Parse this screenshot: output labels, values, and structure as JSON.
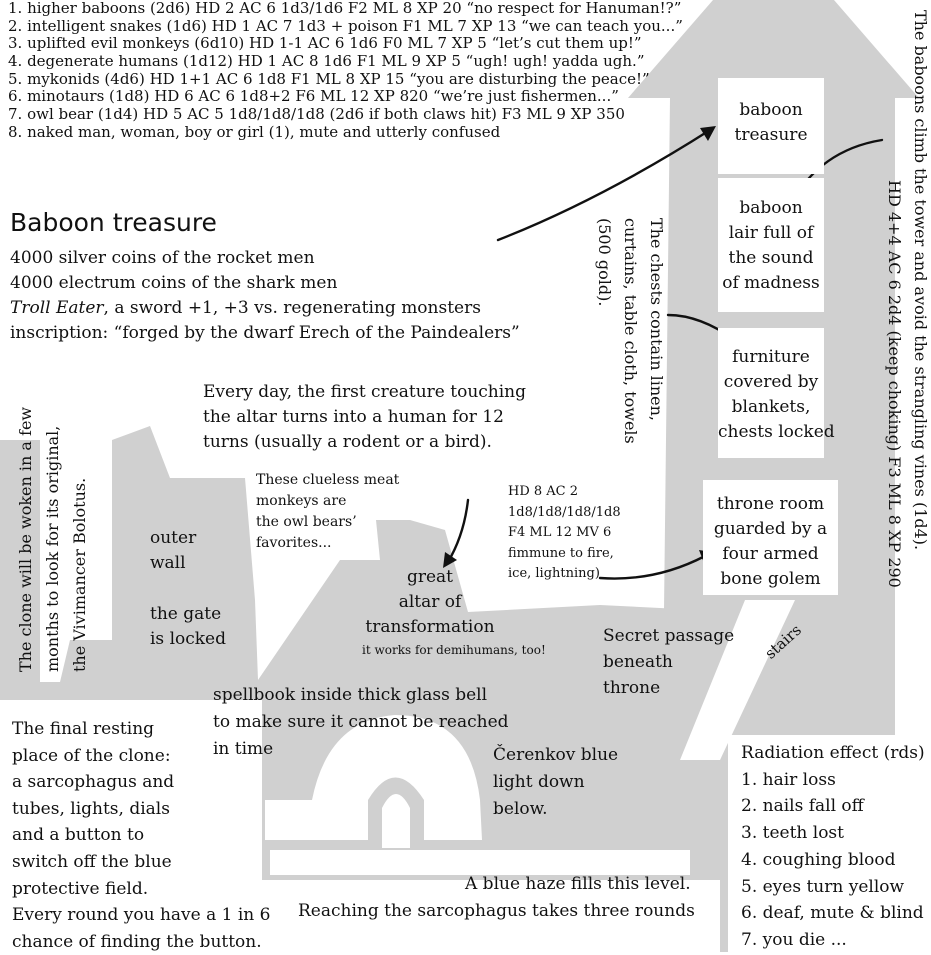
{
  "encounters": [
    "1. higher baboons (2d6) HD 2 AC 6 1d3/1d6 F2 ML 8 XP 20 “no respect for Hanuman!?”",
    "2. intelligent snakes (1d6) HD 1 AC 7 1d3 + poison F1 ML 7 XP 13 “we can teach you...”",
    "3. uplifted evil monkeys (6d10) HD 1-1 AC 6 1d6 F0 ML 7 XP 5 “let’s cut them up!”",
    "4. degenerate humans (1d12) HD 1 AC 8 1d6 F1 ML 9 XP 5 “ugh! ugh! yadda ugh.”",
    "5. mykonids (4d6) HD 1+1 AC 6 1d8 F1 ML 8 XP 15 “you are disturbing the peace!”",
    "6. minotaurs (1d8) HD 6 AC 6 1d8+2 F6 ML 12 XP 820 “we’re just fishermen...”",
    "7. owl bear (1d4) HD 5 AC 5 1d8/1d8/1d8 (2d6 if both claws hit) F3 ML 9 XP 350",
    "8. naked man, woman, boy or girl (1), mute and utterly confused"
  ],
  "treasure": {
    "title": "Baboon treasure",
    "line1": "4000 silver coins of the rocket men",
    "line2": "4000 electrum coins of the shark men",
    "item_name": "Troll Eater",
    "item_rest": ", a sword +1, +3 vs. regenerating monsters",
    "line4": "inscription: “forged by the dwarf Erech of the Paindealers”"
  },
  "tower": {
    "room1": [
      "baboon",
      "treasure"
    ],
    "room2": [
      "baboon",
      "lair full of",
      "the sound",
      "of madness"
    ],
    "room3": [
      "furniture",
      "covered by",
      "blankets,",
      "chests locked"
    ],
    "room4": [
      "throne room",
      "guarded by a",
      "four armed",
      "bone golem"
    ],
    "vines_note": "The baboons climb the tower and avoid the strangling vines (1d4).",
    "vines_stats": "HD 4+4 AC 6 2d4 (keep choking) F3 ML 8 XP 290",
    "chests_note": [
      "The chests contain linen,",
      "curtains, table cloth, towels",
      "(500 gold)."
    ],
    "stairs": "stairs"
  },
  "golem_stats": [
    "HD 8 AC 2",
    "1d8/1d8/1d8/1d8",
    "F4 ML 12 MV 6",
    "fimmune to fire,",
    "ice, lightning)"
  ],
  "altar": {
    "note": [
      "Every day, the first creature touching",
      "the altar turns into a human for 12",
      "turns (usually a rodent or a bird)."
    ],
    "meat": [
      "These clueless meat",
      "monkeys are",
      "the owl bears’",
      "favorites..."
    ],
    "label": [
      "great",
      "altar of",
      "transformation"
    ],
    "sub": "it works for demihumans, too!"
  },
  "wall": {
    "outer": [
      "outer",
      "wall"
    ],
    "gate": [
      "the gate",
      "is locked"
    ]
  },
  "clone_note": [
    "The clone will be woken in a few",
    "months to look for its original,",
    "the Vivimancer Bolotus."
  ],
  "secret": [
    "Secret passage",
    "beneath",
    "throne"
  ],
  "spellbook": [
    "spellbook inside thick glass bell",
    "to make sure it cannot be reached",
    "in time"
  ],
  "cerenkov": [
    "Čerenkov blue",
    "light down",
    "below."
  ],
  "resting": [
    "The final resting",
    "place of the clone:",
    "a sarcophagus and",
    "tubes, lights, dials",
    "and a button to",
    "switch off the blue",
    "protective field.",
    "Every round you have a 1 in 6",
    "chance of finding the button."
  ],
  "haze": [
    "A blue haze fills this level.",
    "Reaching the sarcophagus takes three rounds"
  ],
  "radiation": {
    "title": "Radiation effect (rds)",
    "items": [
      "1. hair loss",
      "2. nails fall off",
      "3. teeth lost",
      "4. coughing blood",
      "5. eyes turn yellow",
      "6. deaf, mute & blind",
      "7. you die ..."
    ]
  },
  "colors": {
    "rock": "#d0d0d0",
    "ink": "#111111",
    "paper": "#ffffff"
  }
}
